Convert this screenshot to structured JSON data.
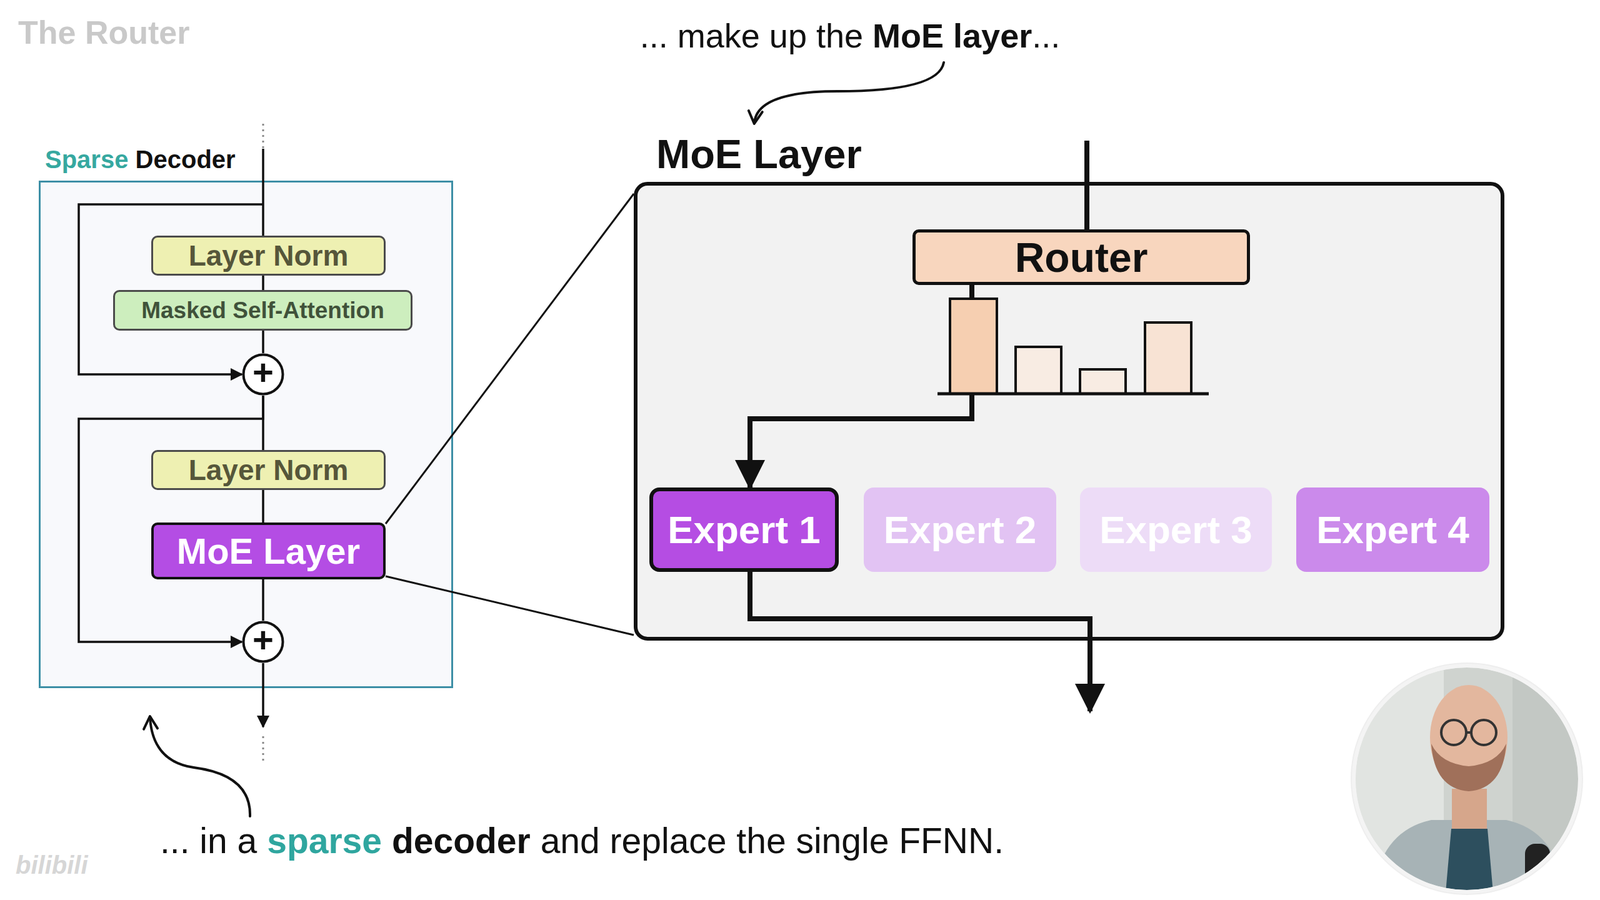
{
  "diagram": {
    "title": "The Router",
    "nodes": [
      {
        "text": [
          "Sparse",
          "Decoder"
        ]
      },
      {
        "text": [
          "Layer Norm"
        ],
        "in": 0
      },
      {
        "text": [
          "Masked Self-Attention"
        ],
        "in": 0
      },
      {
        "text": [
          "+"
        ],
        "in": 0
      },
      {
        "text": [
          "Layer Norm"
        ],
        "in": 0
      },
      {
        "text": [
          "MoE Layer"
        ],
        "in": 0
      },
      {
        "text": [
          "+"
        ],
        "in": 0
      },
      {
        "text": [
          "MoE Layer"
        ]
      },
      {
        "text": [
          "Router"
        ],
        "in": 7
      },
      {
        "text": [
          "Expert 1"
        ],
        "in": 7
      },
      {
        "text": [
          "Expert 2"
        ],
        "in": 7
      },
      {
        "text": [
          "Expert 3"
        ],
        "in": 7
      },
      {
        "text": [
          "Expert 4"
        ],
        "in": 7
      }
    ],
    "edges": [
      {
        "from": 1,
        "to": 2,
        "arrow": "none"
      },
      {
        "from": 2,
        "to": 3,
        "arrow": "none"
      },
      {
        "from": 3,
        "to": 4,
        "arrow": "none"
      },
      {
        "from": 4,
        "to": 5,
        "arrow": "none"
      },
      {
        "from": 5,
        "to": 6,
        "arrow": "none"
      },
      {
        "from": 3,
        "to": 6,
        "arrow": "to"
      },
      {
        "from": 5,
        "to": 7,
        "arrow": "none"
      },
      {
        "from": 5,
        "to": 7,
        "arrow": "none"
      },
      {
        "from": 8,
        "to": 9,
        "arrow": "to"
      }
    ],
    "labels": [
      "... make up the",
      "MoE layer",
      "...",
      "... in a",
      "sparse",
      "decoder",
      "and replace the single FFNN.",
      "bilibili"
    ]
  }
}
